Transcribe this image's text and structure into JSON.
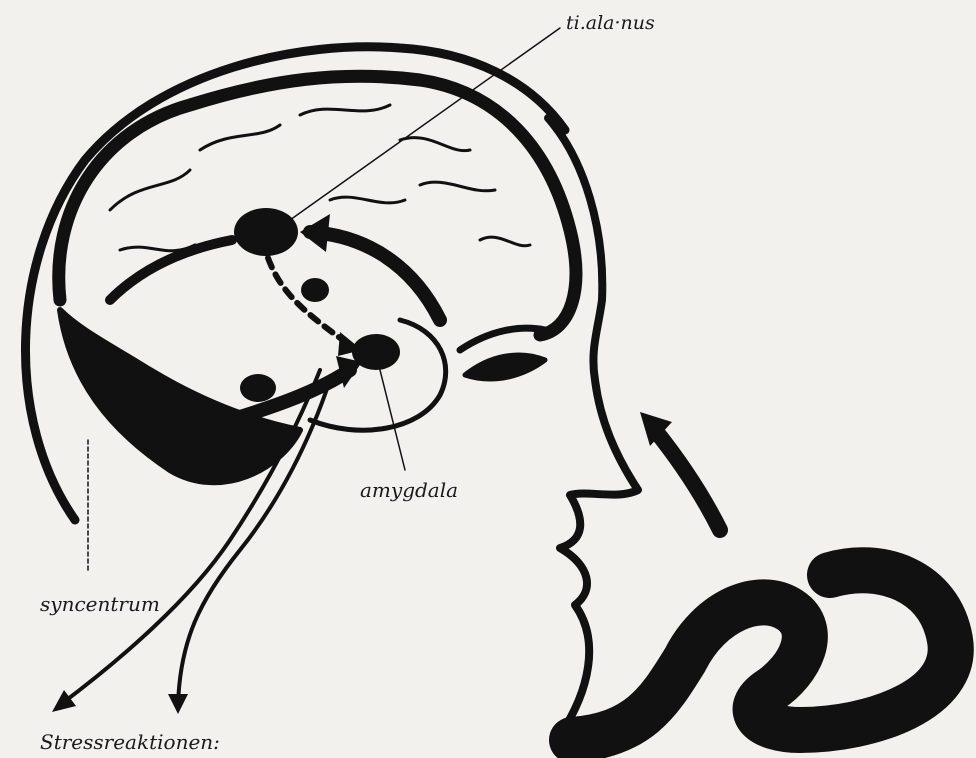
{
  "labels": {
    "thalamus": "ti.ala·nus",
    "amygdala": "amygdala",
    "syncentrum": "syncentrum",
    "stress": "Stressreaktionen:"
  },
  "colors": {
    "ink": "#111111",
    "paper": "#f2f1ee"
  }
}
